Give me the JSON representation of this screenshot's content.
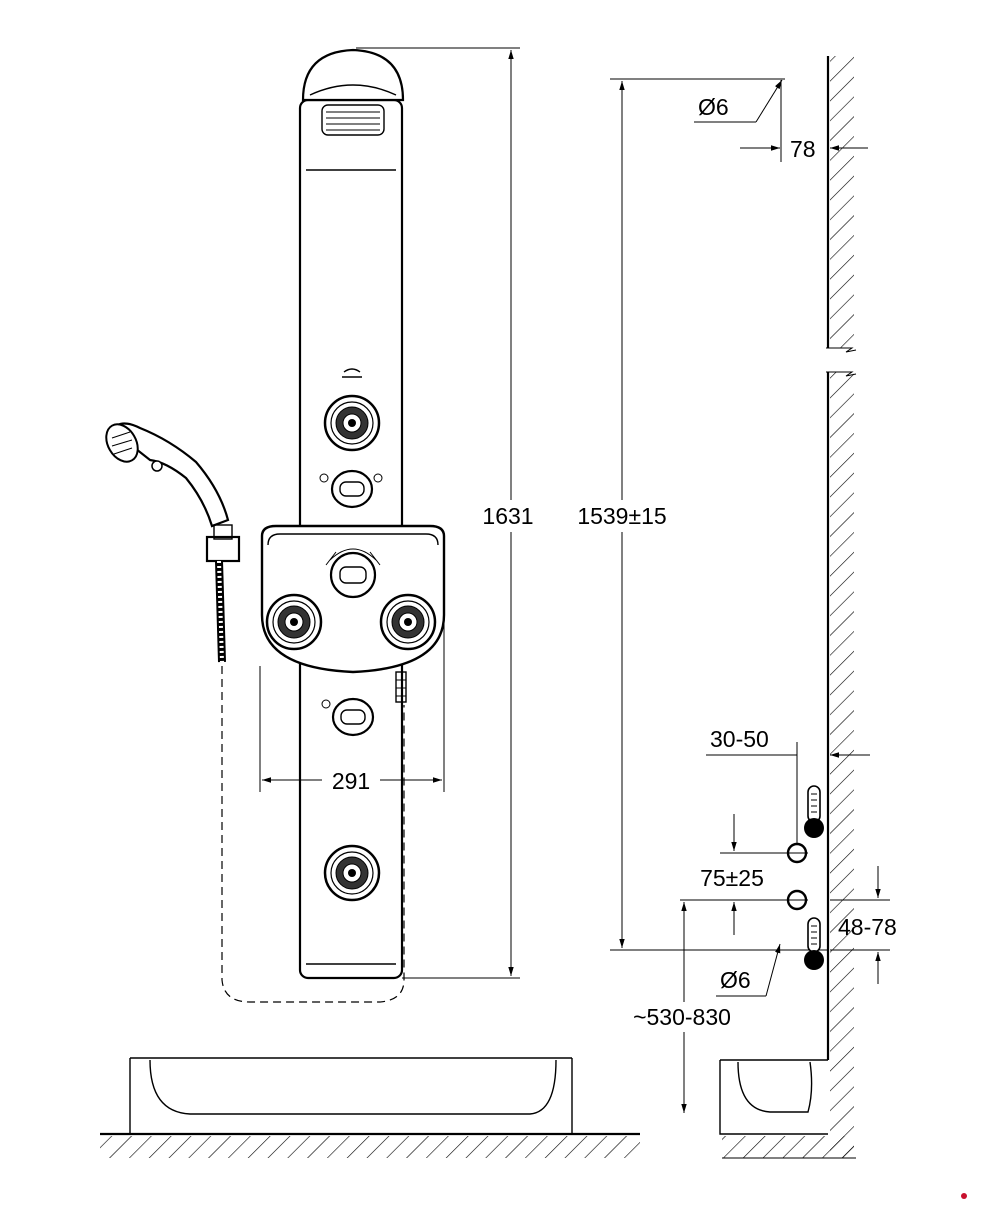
{
  "dimensions": {
    "overall_height": "1631",
    "install_height": "1539±15",
    "panel_width": "291",
    "wall_offset_top": "78",
    "screw_diameter_top": "Ø6",
    "screw_diameter_bottom": "Ø6",
    "supply_offset": "30-50",
    "supply_spacing": "75±25",
    "supply_wall_depth": "48-78",
    "supply_height": "~530-830"
  },
  "colors": {
    "line": "#000000",
    "background": "#ffffff",
    "watermark": "#c8102e"
  }
}
